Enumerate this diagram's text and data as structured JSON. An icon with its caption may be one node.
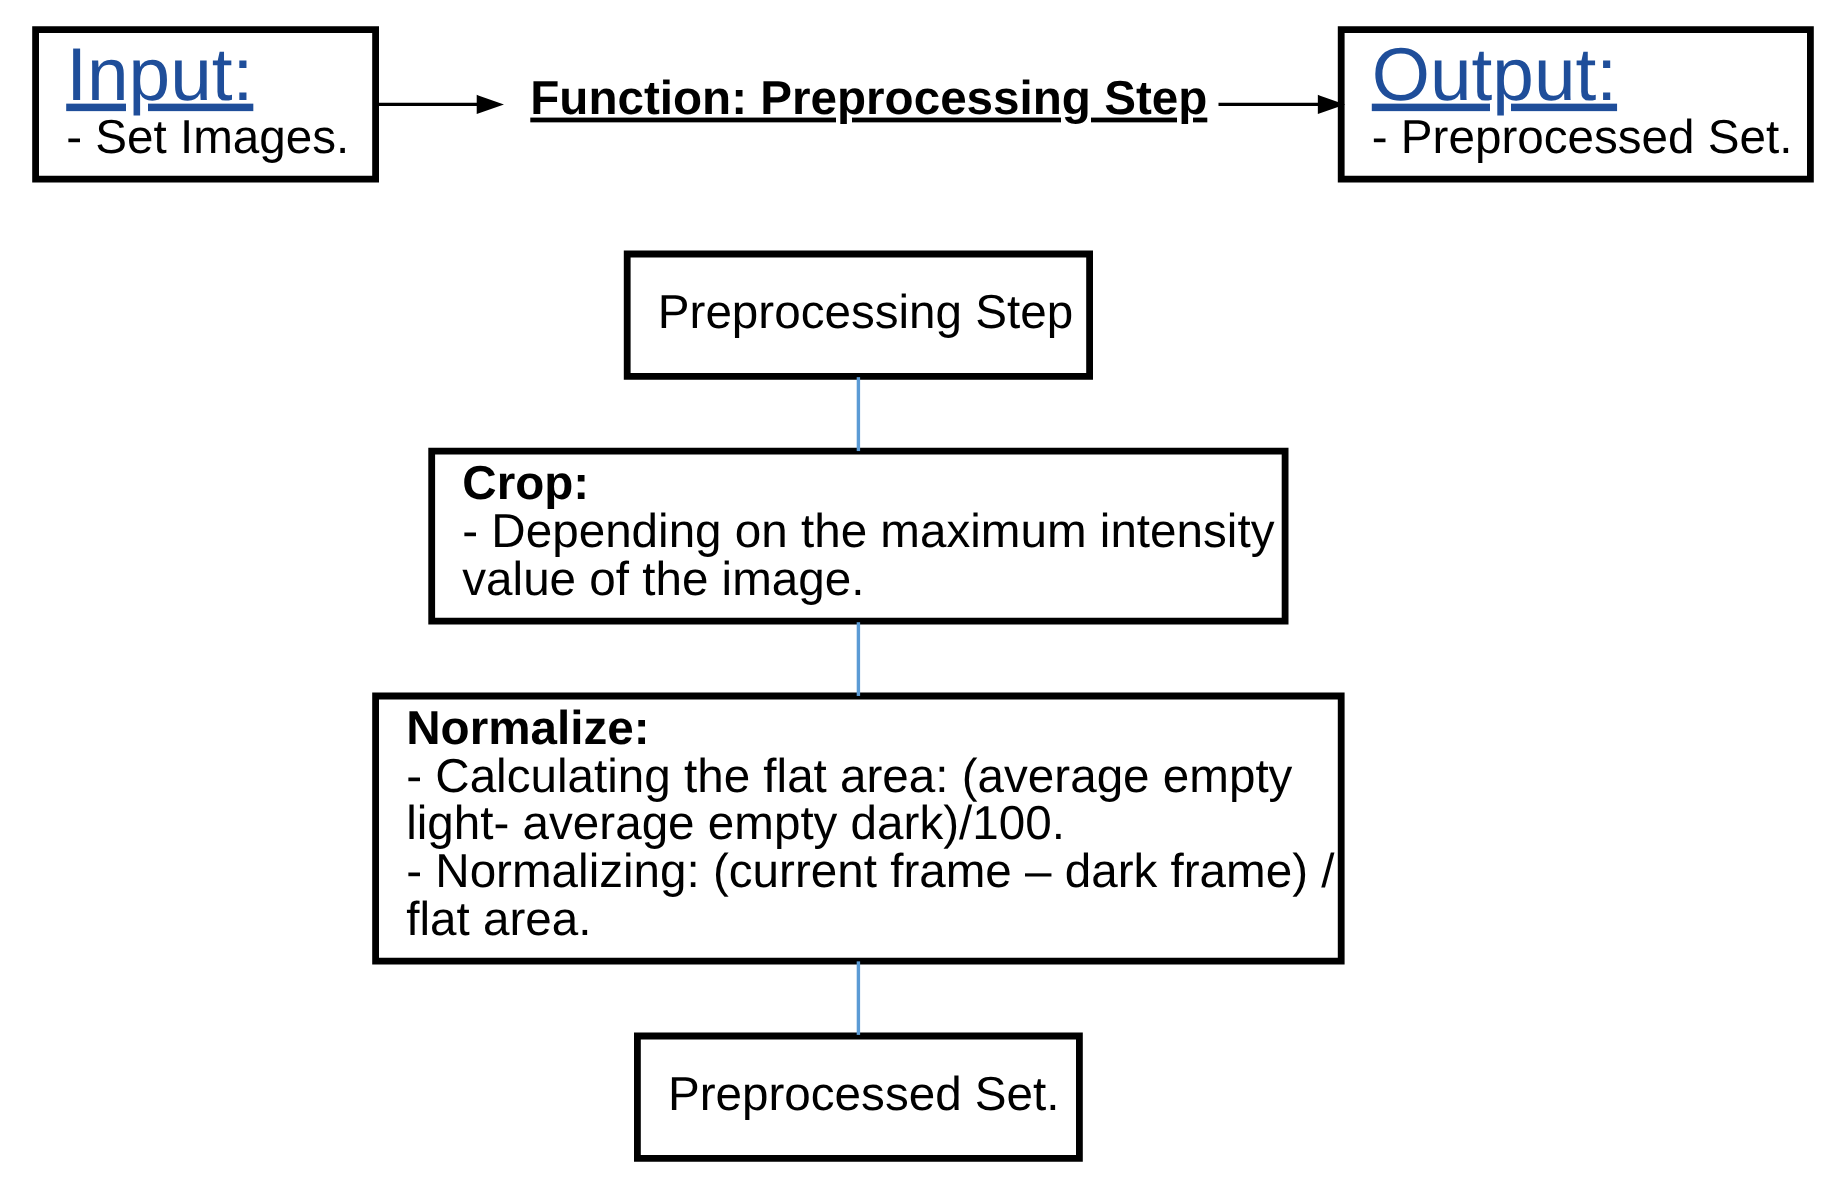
{
  "diagram": {
    "nodes": [
      {
        "text": [
          "Input:",
          "- Set Images."
        ]
      },
      {
        "text": [
          "Function: Preprocessing Step"
        ]
      },
      {
        "text": [
          "Output:",
          "- Preprocessed Set."
        ]
      },
      {
        "text": [
          "Preprocessing Step"
        ]
      },
      {
        "text": [
          "Crop:",
          "- Depending on the maximum intensity value of the image."
        ]
      },
      {
        "text": [
          "Normalize:",
          "- Calculating the flat area: (average empty light- average empty dark)/100.",
          "- Normalizing: (current frame – dark frame) / flat area."
        ]
      },
      {
        "text": [
          "Preprocessed Set."
        ]
      }
    ],
    "edges": [
      {
        "from": 0,
        "to": 1,
        "arrow": "to",
        "color": "#000000"
      },
      {
        "from": 1,
        "to": 2,
        "arrow": "to",
        "color": "#000000"
      },
      {
        "from": 3,
        "to": 4,
        "arrow": "none"
      },
      {
        "from": 4,
        "to": 5,
        "arrow": "none"
      },
      {
        "from": 5,
        "to": 6,
        "arrow": "none"
      }
    ]
  }
}
